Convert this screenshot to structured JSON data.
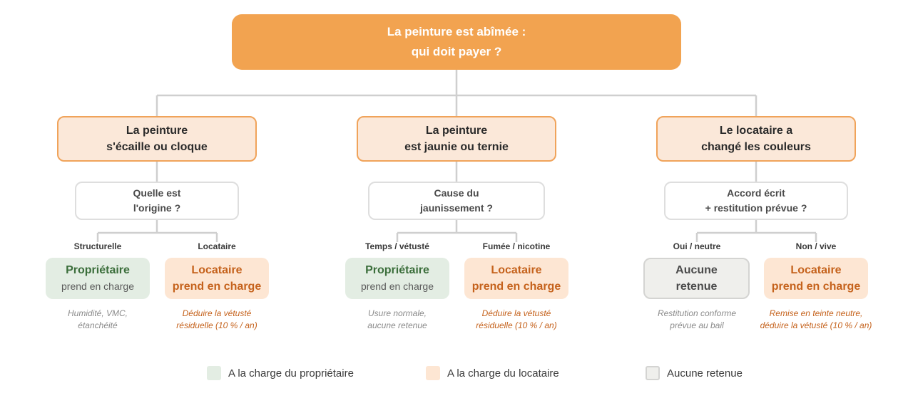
{
  "colors": {
    "root_fill": "#f2a350",
    "level1_fill": "#fbe8d9",
    "level1_border": "#f0a35a",
    "question_border": "#dedede",
    "owner_fill": "#e3ede3",
    "owner_text": "#3b6e3b",
    "tenant_fill": "#fde6d3",
    "tenant_text": "#c5621c",
    "none_fill": "#efefec",
    "none_border": "#d4d4d2",
    "connector": "#cfcfcf"
  },
  "root": {
    "line1": "La peinture est abîmée :",
    "line2": "qui doit payer ?"
  },
  "branches": [
    {
      "case": {
        "line1": "La peinture",
        "line2": "s'écaille ou cloque"
      },
      "question": {
        "line1": "Quelle est",
        "line2": "l'origine ?"
      },
      "outcomes": [
        {
          "edge_label": "Structurelle",
          "type": "owner",
          "line1": "Propriétaire",
          "line2": "prend en charge",
          "note1": "Humidité, VMC,",
          "note2": "étanchéité"
        },
        {
          "edge_label": "Locataire",
          "type": "tenant",
          "line1": "Locataire",
          "line2": "prend en charge",
          "note1": "Déduire la vétusté",
          "note2": "résiduelle (10 % / an)"
        }
      ]
    },
    {
      "case": {
        "line1": "La peinture",
        "line2": "est jaunie ou ternie"
      },
      "question": {
        "line1": "Cause du",
        "line2": "jaunissement ?"
      },
      "outcomes": [
        {
          "edge_label": "Temps / vétusté",
          "type": "owner",
          "line1": "Propriétaire",
          "line2": "prend en charge",
          "note1": "Usure normale,",
          "note2": "aucune retenue"
        },
        {
          "edge_label": "Fumée / nicotine",
          "type": "tenant",
          "line1": "Locataire",
          "line2": "prend en charge",
          "note1": "Déduire la vétusté",
          "note2": "résiduelle (10 % / an)"
        }
      ]
    },
    {
      "case": {
        "line1": "Le locataire a",
        "line2": "changé les couleurs"
      },
      "question": {
        "line1": "Accord écrit",
        "line2": "+ restitution prévue ?"
      },
      "outcomes": [
        {
          "edge_label": "Oui / neutre",
          "type": "none",
          "line1": "Aucune",
          "line2": "retenue",
          "note1": "Restitution conforme",
          "note2": "prévue au bail"
        },
        {
          "edge_label": "Non / vive",
          "type": "tenant",
          "line1": "Locataire",
          "line2": "prend en charge",
          "note1": "Remise en teinte neutre,",
          "note2": "déduire la vétusté (10 % / an)"
        }
      ]
    }
  ],
  "legend": [
    {
      "label": "A la charge du propriétaire",
      "color": "#e3ede3"
    },
    {
      "label": "A la charge du locataire",
      "color": "#fde6d3"
    },
    {
      "label": "Aucune retenue",
      "color": "#efefec"
    }
  ]
}
